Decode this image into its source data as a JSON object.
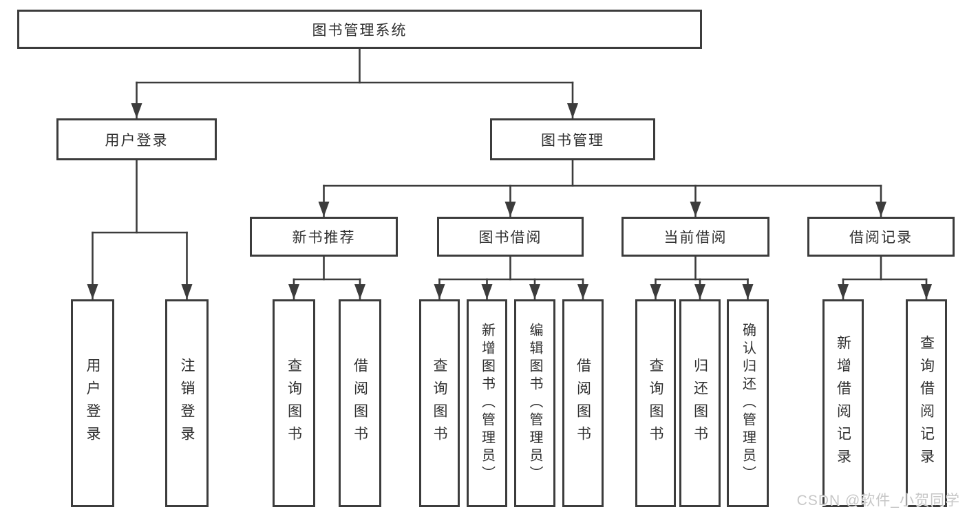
{
  "diagram": {
    "title": "图书管理系统",
    "nodes": {
      "root": "图书管理系统",
      "user_login": "用户登录",
      "book_mgmt": "图书管理",
      "l3": [
        "新书推荐",
        "图书借阅",
        "当前借阅",
        "借阅记录"
      ],
      "leaves_user": [
        "用户登录",
        "注销登录"
      ],
      "leaves_newbook": [
        "查询图书",
        "借阅图书"
      ],
      "leaves_borrow": [
        "查询图书",
        "新增图书（管理员）",
        "编辑图书（管理员）",
        "借阅图书"
      ],
      "leaves_current": [
        "查询图书",
        "归还图书",
        "确认归还（管理员）"
      ],
      "leaves_record": [
        "新增借阅记录",
        "查询借阅记录"
      ]
    }
  },
  "watermark": {
    "text": "CSDN @软件_小贺同学"
  },
  "colors": {
    "line": "#3c3c3c",
    "box_border": "#3c3c3c",
    "box_background": "#ffffff",
    "text": "#303030",
    "watermark": "#c7c7c7",
    "background": "#ffffff"
  }
}
